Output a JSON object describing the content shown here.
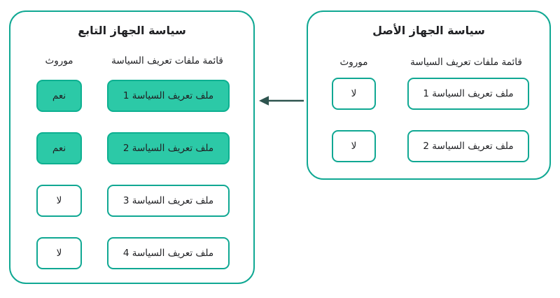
{
  "diagram": {
    "child_panel": {
      "title": "سياسة الجهاز التابع",
      "list_header": "قائمة ملفات تعريف السياسة",
      "inherited_header": "موروث",
      "rows": [
        {
          "profile": "ملف تعريف السياسة 1",
          "inherited": "نعم",
          "highlighted": true
        },
        {
          "profile": "ملف تعريف السياسة 2",
          "inherited": "نعم",
          "highlighted": true
        },
        {
          "profile": "ملف تعريف السياسة 3",
          "inherited": "لا",
          "highlighted": false
        },
        {
          "profile": "ملف تعريف السياسة 4",
          "inherited": "لا",
          "highlighted": false
        }
      ]
    },
    "parent_panel": {
      "title": "سياسة الجهاز الأصل",
      "list_header": "قائمة ملفات تعريف السياسة",
      "inherited_header": "موروث",
      "rows": [
        {
          "profile": "ملف تعريف السياسة 1",
          "inherited": "لا",
          "highlighted": false
        },
        {
          "profile": "ملف تعريف السياسة 2",
          "inherited": "لا",
          "highlighted": false
        }
      ]
    },
    "colors": {
      "teal_border": "#10a893",
      "green_fill": "#2cc9a7",
      "green_border": "#0db091",
      "arrow": "#2e544f",
      "text": "#202124"
    }
  }
}
